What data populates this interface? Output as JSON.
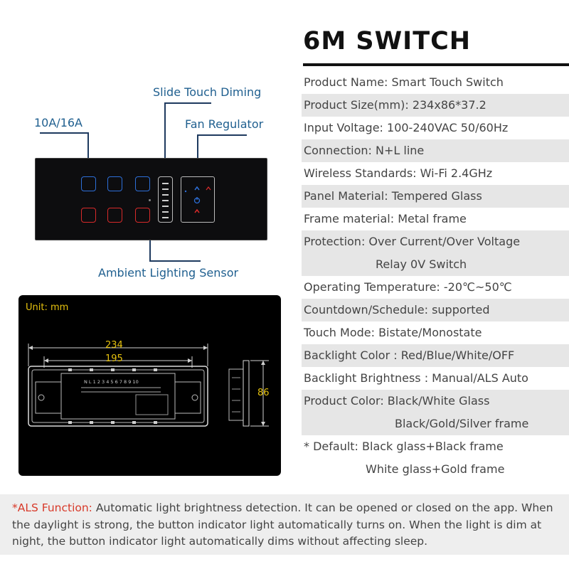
{
  "title": "6M SWITCH",
  "callouts": {
    "slide": "Slide Touch Diming",
    "fan": "Fan Regulator",
    "current": "10A/16A",
    "sensor": "Ambient Lighting Sensor"
  },
  "dimension": {
    "unit": "Unit: mm",
    "width_outer": "234",
    "width_inner": "195",
    "height": "86",
    "terminal_labels": "N L 1 2 3 4 5 6 7 8 9 10"
  },
  "specs": [
    {
      "text": "Product Name: Smart Touch Switch",
      "style": "normal"
    },
    {
      "text": "Product Size(mm): 234x86*37.2",
      "style": "alt"
    },
    {
      "text": "Input Voltage: 100-240VAC 50/60Hz",
      "style": "normal"
    },
    {
      "text": "Connection: N+L line",
      "style": "alt"
    },
    {
      "text": "Wireless Standards:  Wi-Fi 2.4GHz",
      "style": "normal"
    },
    {
      "text": "Panel Material: Tempered Glass",
      "style": "alt"
    },
    {
      "text": "Frame material: Metal frame",
      "style": "normal"
    },
    {
      "text": "Protection: Over Current/Over Voltage",
      "style": "alt"
    },
    {
      "text": "Relay 0V Switch",
      "style": "alt cont-mid"
    },
    {
      "text": "Operating Temperature: -20℃~50℃",
      "style": "normal"
    },
    {
      "text": "Countdown/Schedule: supported",
      "style": "alt"
    },
    {
      "text": "Touch Mode: Bistate/Monostate",
      "style": "normal"
    },
    {
      "text": "Backlight Color : Red/Blue/White/OFF",
      "style": "alt"
    },
    {
      "text": "Backlight Brightness : Manual/ALS Auto",
      "style": "normal"
    },
    {
      "text": "Product Color: Black/White Glass",
      "style": "alt"
    },
    {
      "text": "Black/Gold/Silver frame",
      "style": "alt cont-right"
    },
    {
      "text": "* Default: Black glass+Black frame",
      "style": "normal"
    },
    {
      "text": "White glass+Gold frame",
      "style": "normal cont-def"
    }
  ],
  "footer": {
    "label": "*ALS Function:",
    "text": " Automatic light brightness detection. It can be opened or closed on the app. When the daylight is strong, the button indicator light automatically turns on. When the light is dim at night, the button indicator light automatically dims without affecting sleep."
  },
  "colors": {
    "accent_blue": "#2d6fd8",
    "accent_red": "#d82a2a",
    "callout_text": "#1f5f8f",
    "dimension_yellow": "#e6c20e"
  }
}
